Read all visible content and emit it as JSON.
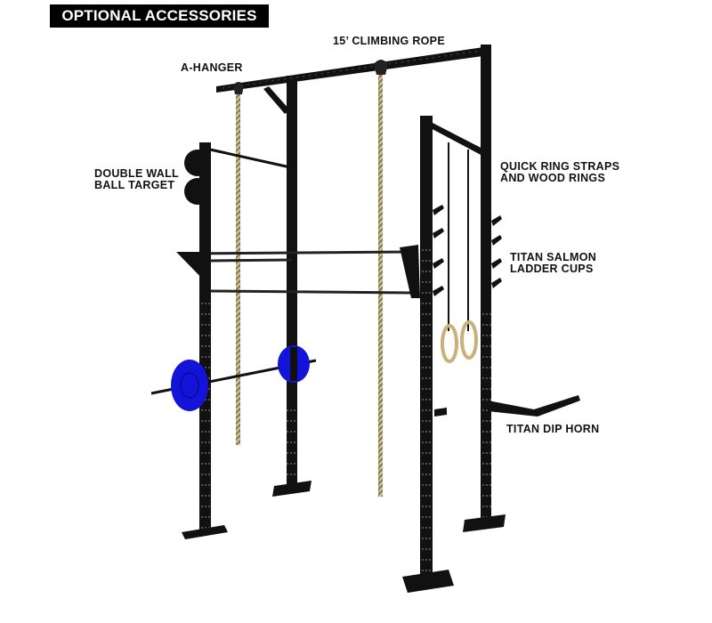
{
  "title": "OPTIONAL ACCESSORIES",
  "labels": {
    "climbing_rope": "15’ CLIMBING ROPE",
    "a_hanger": "A-HANGER",
    "wall_ball_line1": "DOUBLE WALL",
    "wall_ball_line2": "BALL TARGET",
    "rings_line1": "QUICK RING STRAPS",
    "rings_line2": "AND WOOD RINGS",
    "salmon_line1": "TITAN SALMON",
    "salmon_line2": "LADDER CUPS",
    "dip_horn": "TITAN DIP HORN"
  },
  "colors": {
    "frame": "#111111",
    "plate": "#1414d8",
    "rope": "#b8a878",
    "ring": "#c8b27a",
    "banner_bg": "#000000",
    "banner_text": "#ffffff"
  }
}
